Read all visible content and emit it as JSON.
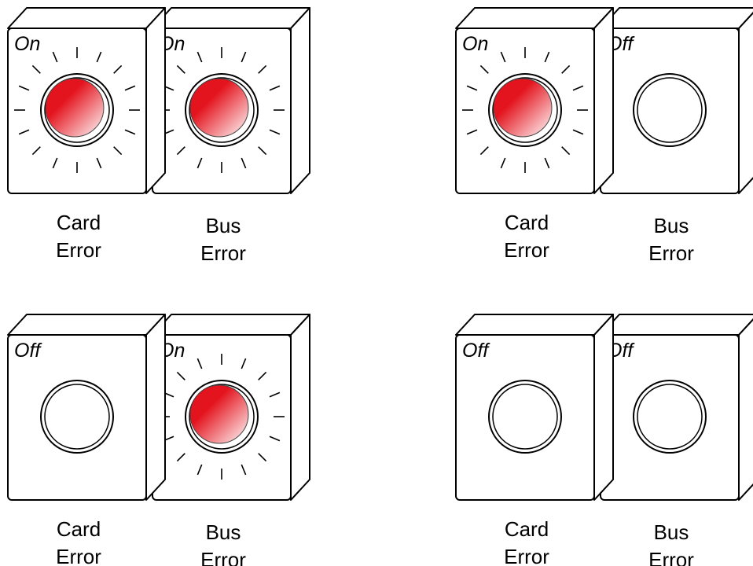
{
  "panels": [
    {
      "lights": [
        {
          "state": "On",
          "lit": true,
          "label_line1": "Card",
          "label_line2": "Error"
        },
        {
          "state": "On",
          "lit": true,
          "label_line1": "Bus",
          "label_line2": "Error"
        }
      ]
    },
    {
      "lights": [
        {
          "state": "On",
          "lit": true,
          "label_line1": "Card",
          "label_line2": "Error"
        },
        {
          "state": "Off",
          "lit": false,
          "label_line1": "Bus",
          "label_line2": "Error"
        }
      ]
    },
    {
      "lights": [
        {
          "state": "Off",
          "lit": false,
          "label_line1": "Card",
          "label_line2": "Error"
        },
        {
          "state": "On",
          "lit": true,
          "label_line1": "Bus",
          "label_line2": "Error"
        }
      ]
    },
    {
      "lights": [
        {
          "state": "Off",
          "lit": false,
          "label_line1": "Card",
          "label_line2": "Error"
        },
        {
          "state": "Off",
          "lit": false,
          "label_line1": "Bus",
          "label_line2": "Error"
        }
      ]
    }
  ],
  "colors": {
    "lamp_on_core": "#e4141e",
    "lamp_on_fade": "#ffffff",
    "outline": "#000000"
  }
}
